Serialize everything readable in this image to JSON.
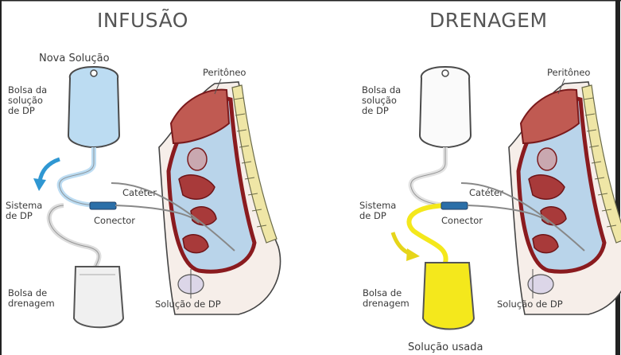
{
  "left": {
    "title": "INFUSÃO",
    "nova_solucao": "Nova Solução",
    "bolsa_solucao": [
      "Bolsa da",
      "solução",
      "de DP"
    ],
    "peritoneo": "Peritôneo",
    "sistema": [
      "Sistema",
      "de DP"
    ],
    "cateter": "Catéter",
    "conector": "Conector",
    "bolsa_drenagem": [
      "Bolsa de",
      "drenagem"
    ],
    "solucao_dp": "Solução de DP"
  },
  "right": {
    "title": "DRENAGEM",
    "bolsa_solucao": [
      "Bolsa da",
      "solução",
      "de DP"
    ],
    "peritoneo": "Peritôneo",
    "sistema": [
      "Sistema",
      "de DP"
    ],
    "cateter": "Catéter",
    "conector": "Conector",
    "bolsa_drenagem": [
      "Bolsa de",
      "drenagem"
    ],
    "solucao_dp": "Solução de DP",
    "solucao_usada": "Solução usada"
  },
  "colors": {
    "fresh_fluid": "#bcdcf2",
    "used_fluid": "#f4e81c",
    "arrow_infusion": "#2f97d2",
    "arrow_drainage": "#e6d51a",
    "organ_red": "#a8252a",
    "spine": "#efe6a6"
  }
}
